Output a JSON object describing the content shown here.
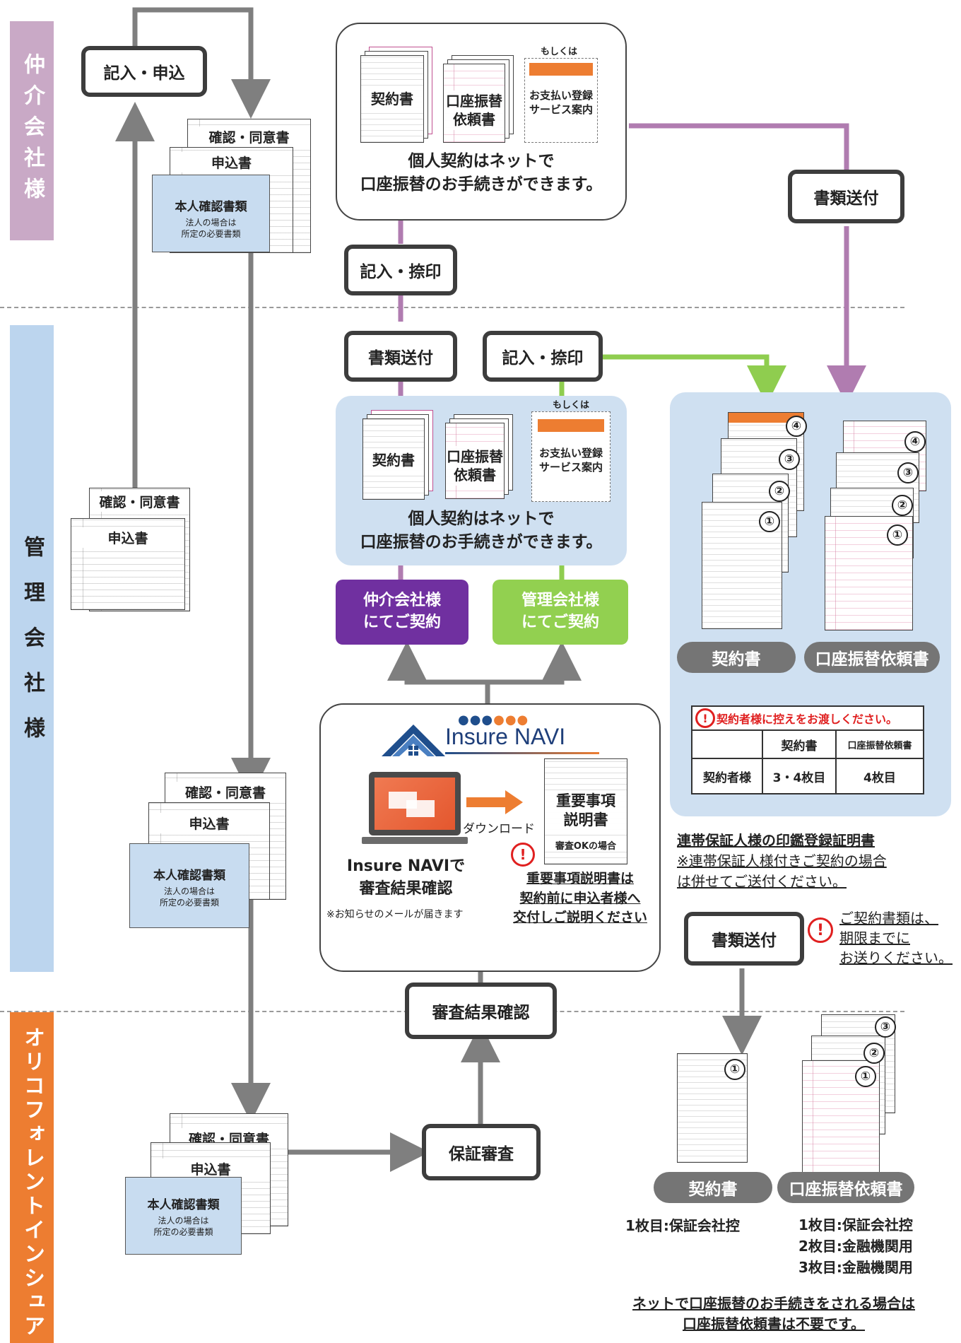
{
  "sections": {
    "chukai": "仲介会社様",
    "kanri": "管理会社様",
    "orico": "オリコフォレントインシュア"
  },
  "labels": {
    "kinyu_moushikomi": "記入・申込",
    "kinyu_natsuin": "記入・捺印",
    "shorui_soufu": "書類送付",
    "shinsa_kekka": "審査結果確認",
    "hosho_shinsa": "保証審査"
  },
  "docs": {
    "kakunin": "確認・同意書",
    "moushikomi": "申込書",
    "honnin_title": "本人確認書類",
    "honnin_sub1": "法人の場合は",
    "honnin_sub2": "所定の必要書類",
    "keiyakusho": "契約書",
    "koza_a": "口座振替",
    "koza_b": "依頼書",
    "moshikuwa": "もしくは",
    "oshiharai_a": "お支払い登録",
    "oshiharai_b": "サービス案内"
  },
  "net_note": {
    "line1": "個人契約はネットで",
    "line2": "口座振替のお手続きができます。"
  },
  "buttons": {
    "chukai_line1": "仲介会社様",
    "chukai_line2": "にてご契約",
    "kanri_line1": "管理会社様",
    "kanri_line2": "にてご契約"
  },
  "insure": {
    "logo": "Insure NAVI",
    "download": "ダウンロード",
    "jyuyo_a": "重要事項",
    "jyuyo_b": "説明書",
    "shinsa_ok": "審査OKの場合",
    "check_a": "Insure NAVIで",
    "check_b": "審査結果確認",
    "mail": "※お知らせのメールが届きます",
    "warn_1": "重要事項説明書は",
    "warn_2": "契約前に申込者様へ",
    "warn_3": "交付しご説明ください"
  },
  "right_panel": {
    "keiyaku_pill": "契約書",
    "koza_pill": "口座振替依頼書",
    "hikae_title": "契約者様に控えをお渡しください。",
    "col1": "契約書",
    "col2": "口座振替依頼書",
    "row_label": "契約者様",
    "val1": "3・4枚目",
    "val2": "4枚目",
    "num1": "①",
    "num2": "②",
    "num3": "③",
    "num4": "④"
  },
  "rentai": {
    "title": "連帯保証人様の印鑑登録証明書",
    "note1": "※連帯保証人様付きご契約の場合",
    "note2": "は併せてご送付ください。"
  },
  "deadline": {
    "l1": "ご契約書類は、",
    "l2": "期限までに",
    "l3": "お送りください。"
  },
  "bottom": {
    "keiyaku_pill": "契約書",
    "koza_pill": "口座振替依頼書",
    "k1": "1枚目:保証会社控",
    "z1": "1枚目:保証会社控",
    "z2": "2枚目:金融機関用",
    "z3": "3枚目:金融機関用",
    "foot1": "ネットで口座振替のお手続きをされる場合は",
    "foot2": "口座振替依頼書は不要です。"
  },
  "colors": {
    "chukai_band": "#c9a9c6",
    "kanri_band": "#bcd5ee",
    "orico_band": "#ed7d31",
    "purple_btn": "#7030a0",
    "green_btn": "#92d050",
    "purple_line": "#b07cb0",
    "green_line": "#8fcd4f",
    "gray_arrow": "#7f7f7f"
  },
  "icons": [
    "exclamation-icon",
    "laptop-icon",
    "house-logo-icon",
    "download-arrow-icon"
  ]
}
